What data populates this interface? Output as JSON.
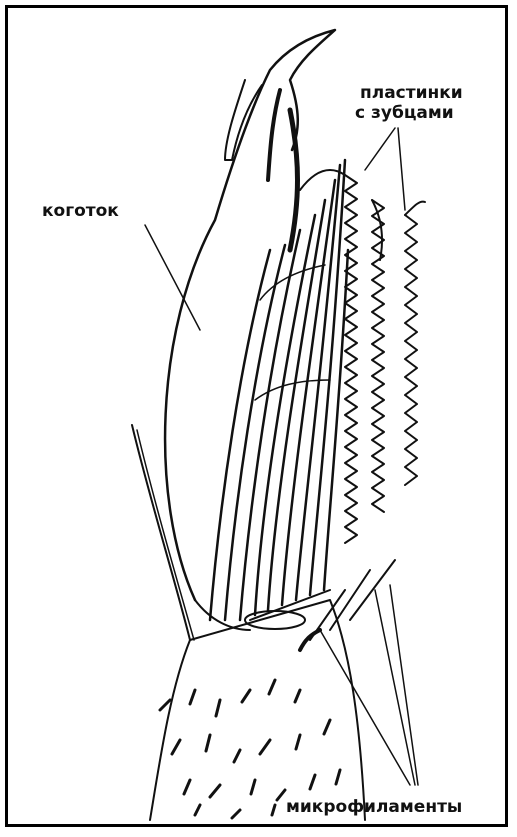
{
  "labels": {
    "claw": "коготок",
    "plates_line1": "пластинки",
    "plates_line2": "с зубцами",
    "microfilaments": "микрофиламенты"
  },
  "colors": {
    "ink": "#111111",
    "paper": "#ffffff"
  }
}
